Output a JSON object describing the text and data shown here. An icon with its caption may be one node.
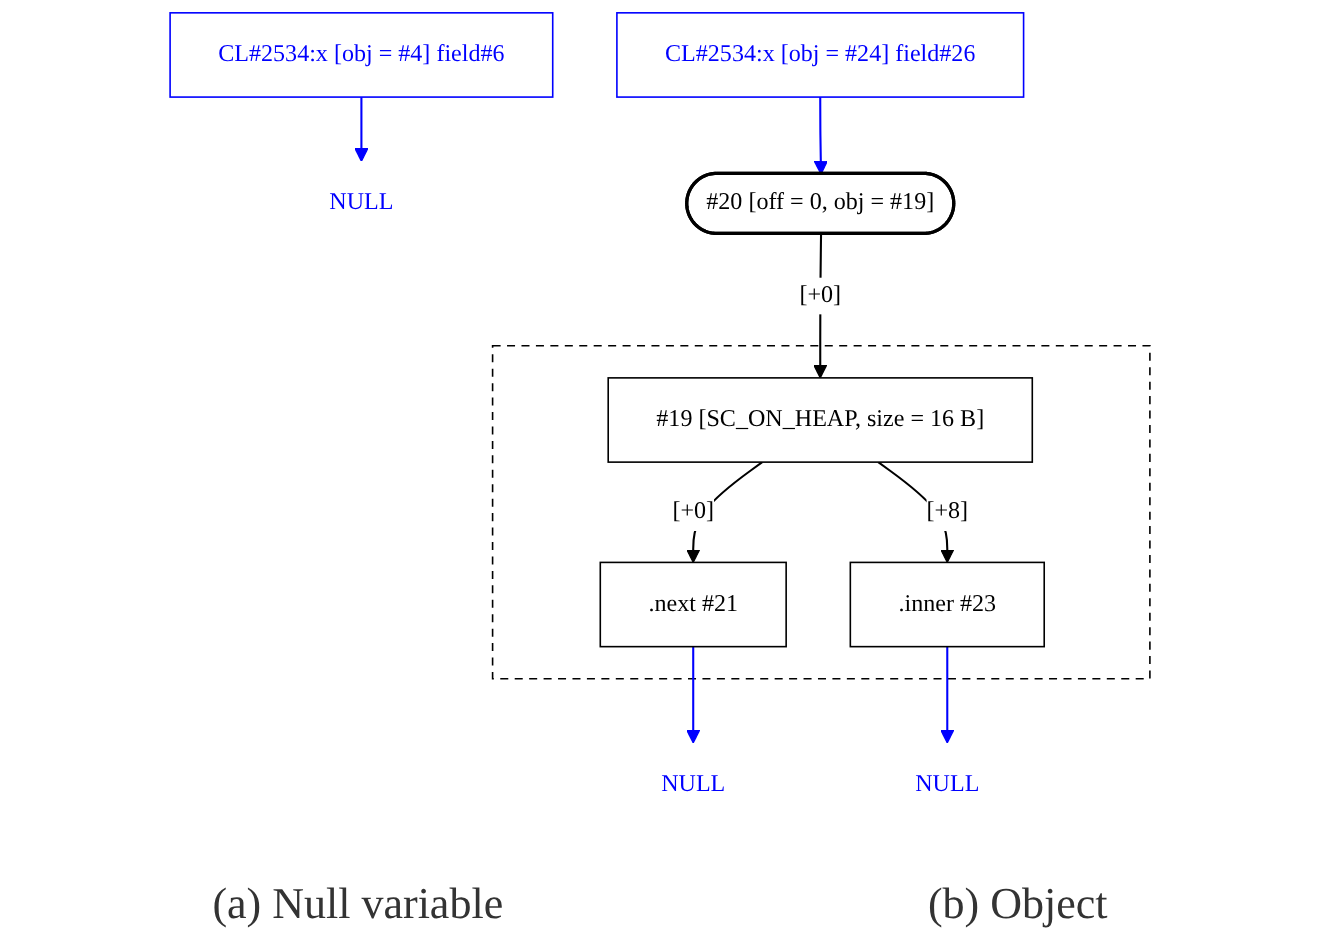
{
  "diagram": {
    "nodes": [
      {
        "text": [
          "CL#2534:x [obj = #4] field#6"
        ]
      },
      {
        "text": [
          "NULL"
        ]
      },
      {
        "text": [
          "CL#2534:x [obj = #24] field#26"
        ]
      },
      {
        "text": [
          "#20 [off = 0, obj = #19]"
        ]
      },
      {
        "text": [],
        "shape": "box"
      },
      {
        "text": [
          "#19 [SC_ON_HEAP, size = 16 B]"
        ],
        "in": 4
      },
      {
        "text": [
          ".next #21"
        ],
        "in": 4
      },
      {
        "text": [
          ".inner #23"
        ],
        "in": 4
      },
      {
        "text": [
          "NULL"
        ]
      },
      {
        "text": [
          "NULL"
        ]
      }
    ],
    "edges": [
      {
        "from": 0,
        "to": 1,
        "arrow": "to"
      },
      {
        "from": 2,
        "to": 3,
        "arrow": "to"
      },
      {
        "from": 3,
        "to": 5,
        "arrow": "to",
        "label": "[+0]",
        "color": "#000000"
      },
      {
        "from": 5,
        "to": 6,
        "arrow": "to",
        "label": "[+0]",
        "color": "#000000"
      },
      {
        "from": 5,
        "to": 7,
        "arrow": "to",
        "label": "[+8]",
        "color": "#000000"
      },
      {
        "from": 6,
        "to": 8,
        "arrow": "to"
      },
      {
        "from": 7,
        "to": 9,
        "arrow": "to"
      }
    ],
    "labels": [
      "(a) Null variable",
      "(b) Object"
    ]
  }
}
